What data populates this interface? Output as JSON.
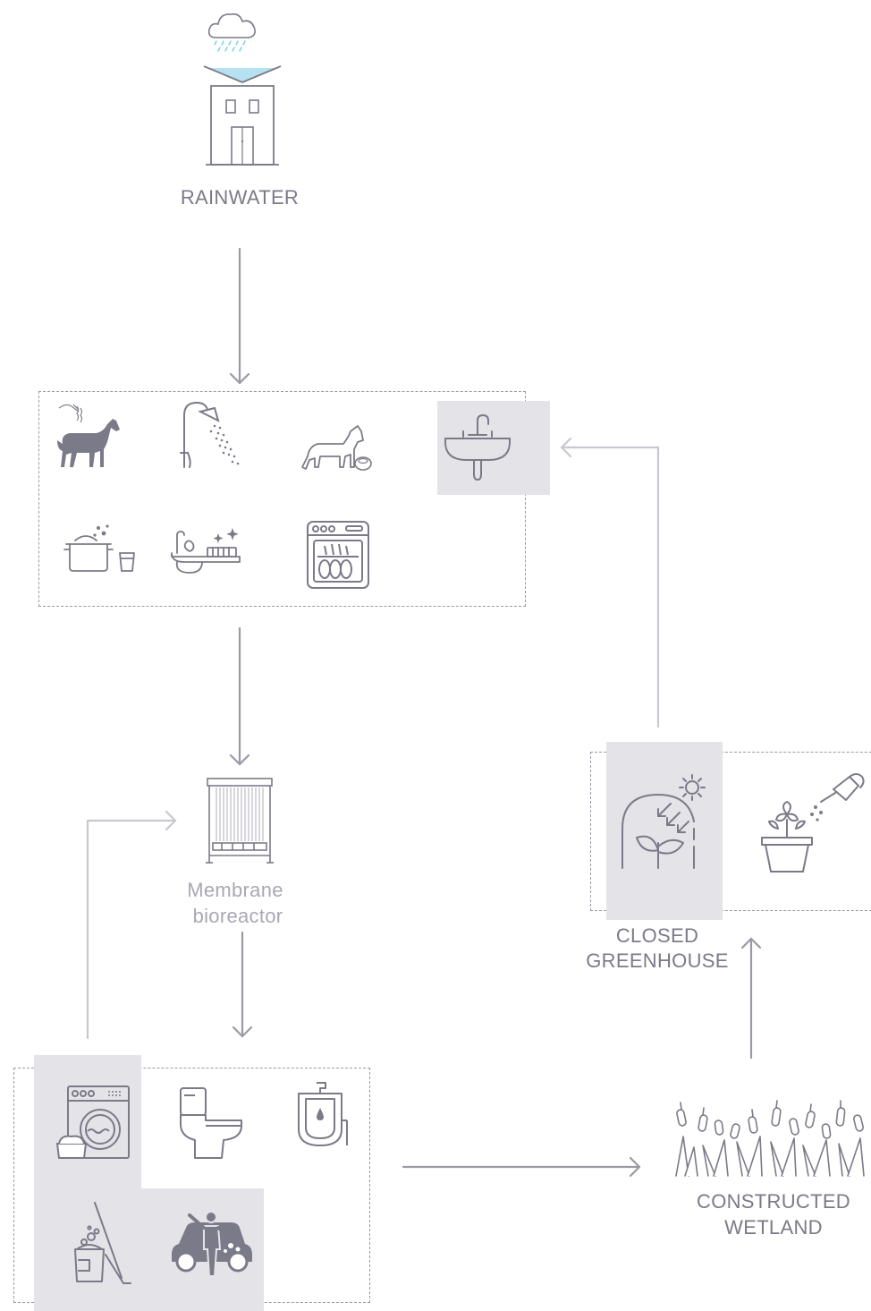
{
  "labels": {
    "rainwater": "RAINWATER",
    "membrane_line1": "Membrane",
    "membrane_line2": "bioreactor",
    "greenhouse_line1": "CLOSED",
    "greenhouse_line2": "GREENHOUSE",
    "wetland_line1": "CONSTRUCTED",
    "wetland_line2": "WETLAND"
  },
  "icons": {
    "source": [
      "rain-cloud-icon",
      "building-icon"
    ],
    "potable_uses": [
      "horse-icon",
      "shower-icon",
      "dog-icon",
      "sink-icon",
      "cooking-pot-icon",
      "teeth-brushing-icon",
      "dishwasher-icon"
    ],
    "treatment": [
      "membrane-bioreactor-icon"
    ],
    "nonpotable_uses": [
      "washing-machine-icon",
      "toilet-icon",
      "urinal-icon",
      "mop-bucket-icon",
      "car-wash-icon"
    ],
    "wetland": [
      "cattails-icon"
    ],
    "greenhouse": [
      "greenhouse-icon",
      "potted-plant-icon"
    ]
  },
  "colors": {
    "line": "#9a99a6",
    "icon": "#7b7a88",
    "highlight": "#e4e3e8",
    "light_line": "#c9c8d0"
  }
}
